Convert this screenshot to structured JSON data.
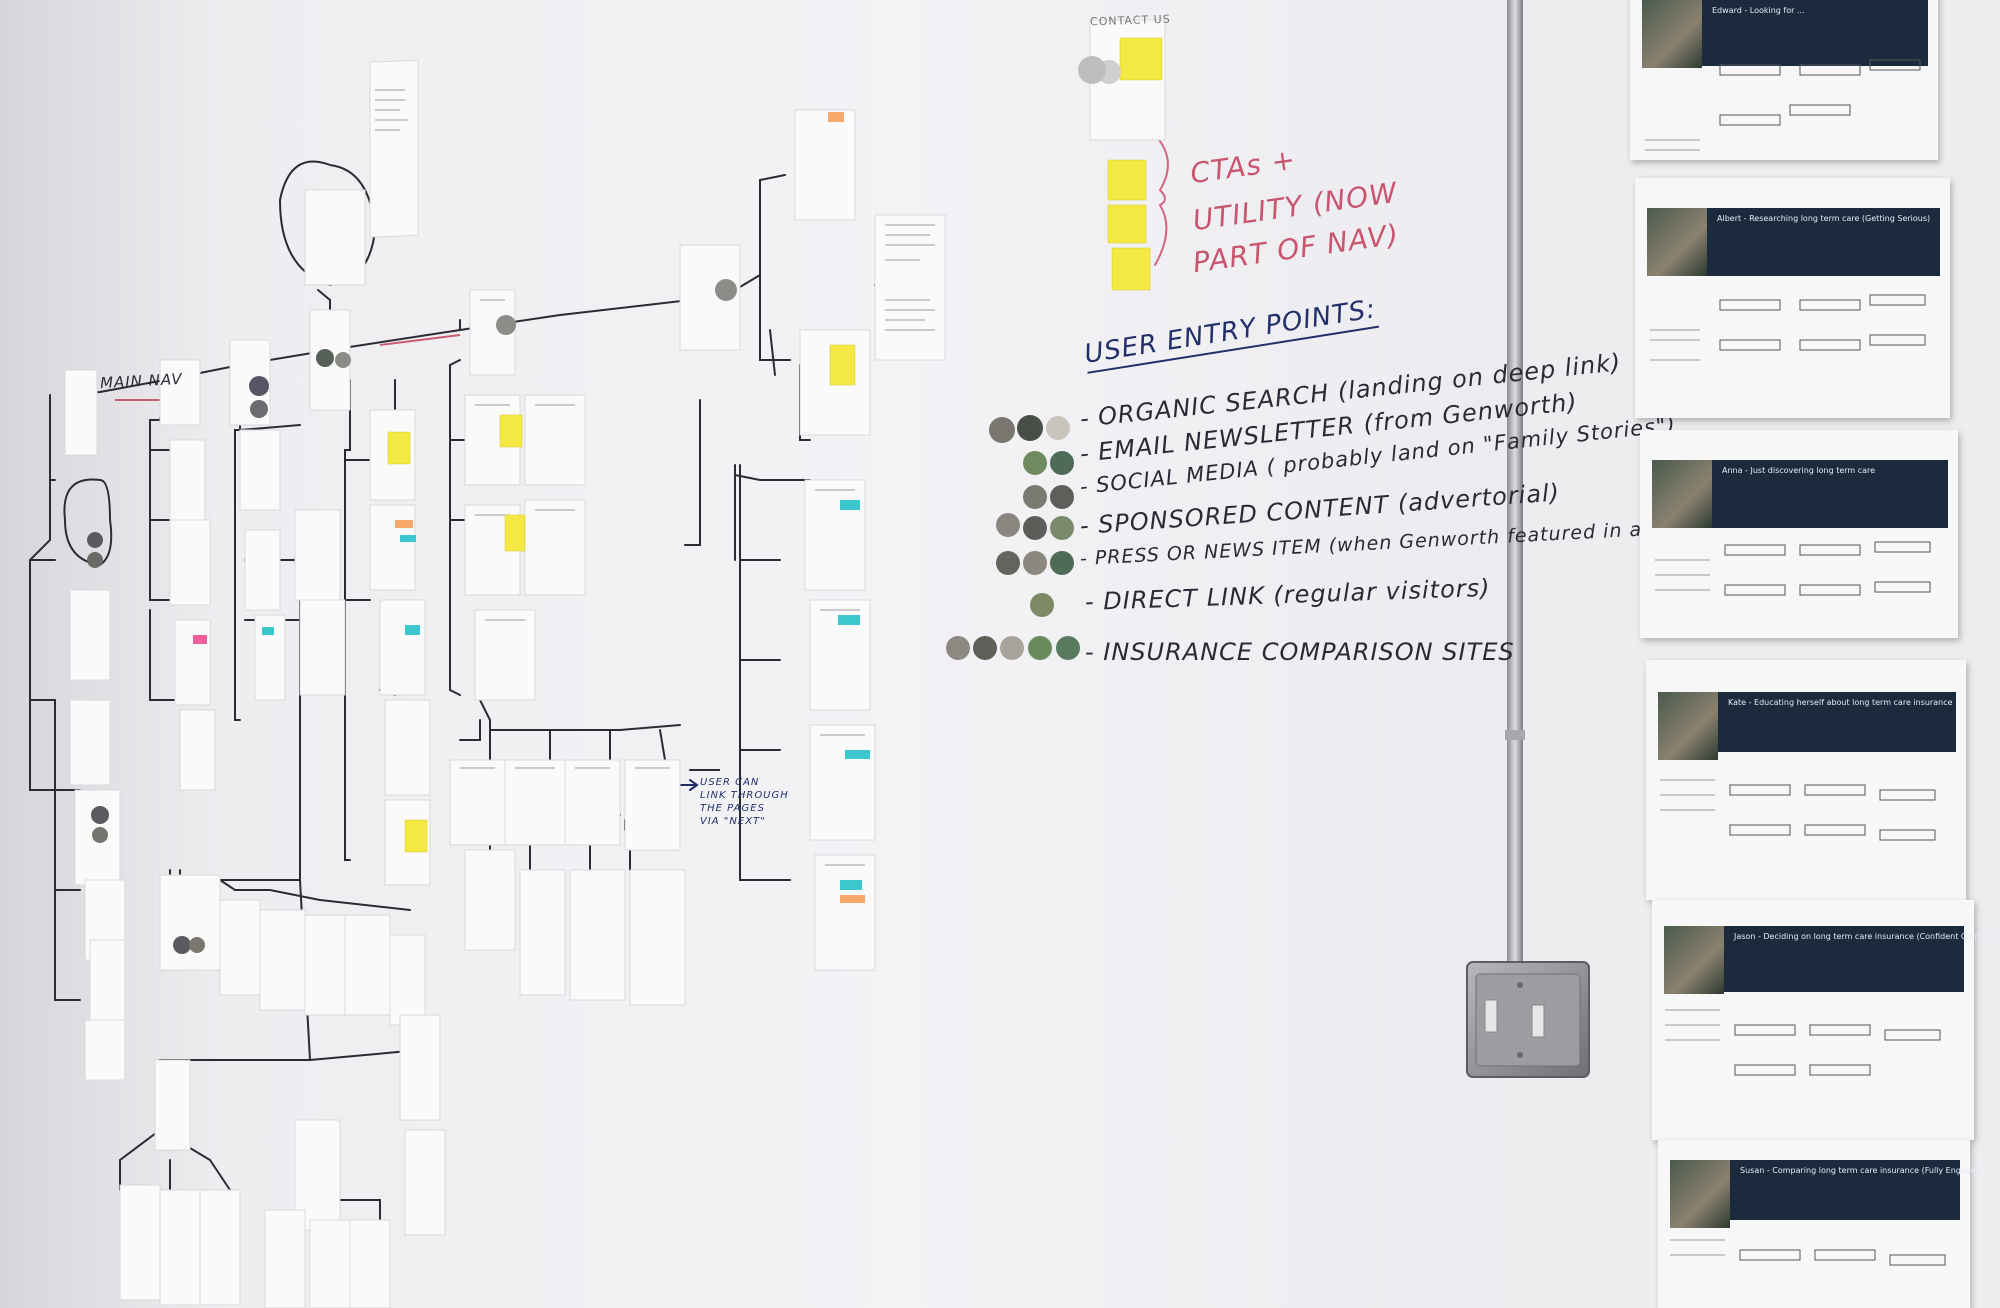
{
  "wall": {
    "main_nav_label": "MAIN NAV",
    "contact_label": "CONTACT US",
    "ctas_label": "CTAs +",
    "utility_label": "UTILITY (NOW",
    "part_of_nav_label": "PART OF NAV)",
    "user_can_label_1": "USER CAN",
    "user_can_label_2": "LINK THROUGH",
    "user_can_label_3": "THE PAGES",
    "user_can_label_4": "VIA \"NEXT\"",
    "entry_points": {
      "heading": "USER ENTRY POINTS:",
      "items": [
        "- ORGANIC SEARCH (landing on deep link)",
        "- EMAIL NEWSLETTER (from Genworth)",
        "- SOCIAL MEDIA ( probably land on \"Family Stories\")",
        "- SPONSORED CONTENT (advertorial)",
        "- PRESS OR NEWS ITEM (when Genworth featured in article)",
        "- DIRECT LINK (regular visitors)",
        "- INSURANCE COMPARISON SITES"
      ]
    }
  },
  "personas": [
    {
      "title": "Edward - Looking for ..."
    },
    {
      "title": "Albert - Researching long term care (Getting Serious)"
    },
    {
      "title": "Anna - Just discovering long term care"
    },
    {
      "title": "Kate - Educating herself about long term care insurance"
    },
    {
      "title": "Jason - Deciding on long term care insurance (Confident Controller)"
    },
    {
      "title": "Susan - Comparing long term care insurance (Fully Engaged)"
    }
  ],
  "colors": {
    "sticky_yellow": "#f4e842",
    "tab_orange": "#f7a86b",
    "tab_cyan": "#3cc7cf",
    "tab_pink": "#ee5f9a",
    "persona_dark": "#1b2a3d"
  }
}
